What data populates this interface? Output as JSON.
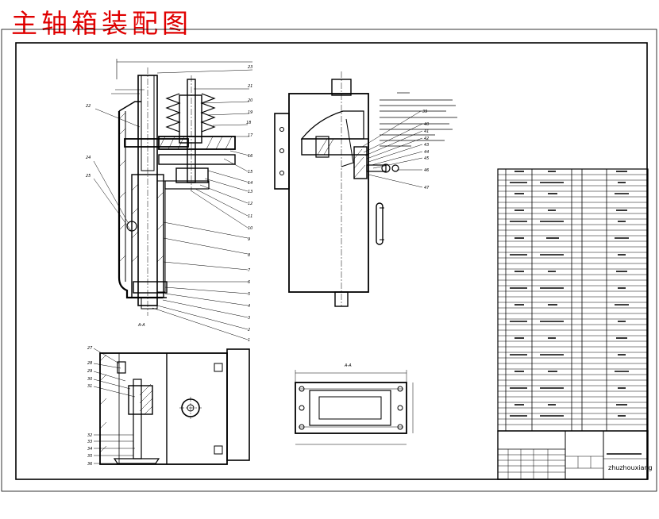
{
  "title": "主轴箱装配图",
  "section_labels": {
    "aa_top": "A-A",
    "aa_bottom": "A-A"
  },
  "title_block": {
    "drawing_name_latin": "zhuzhouxiang"
  },
  "colors": {
    "title": "#e00000",
    "lines": "#000000"
  }
}
